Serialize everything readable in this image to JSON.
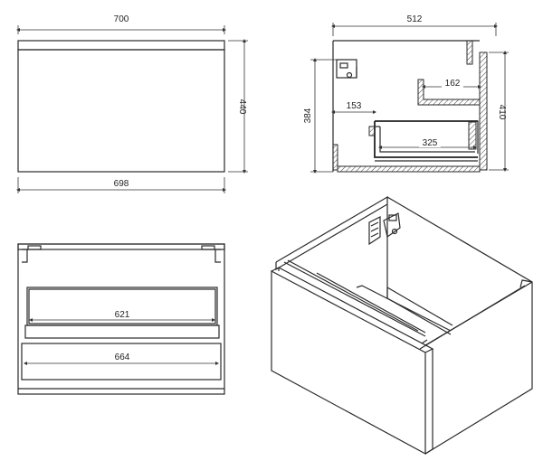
{
  "front_view": {
    "width_top": "700",
    "width_bottom": "698",
    "height": "440"
  },
  "side_view": {
    "depth": "512",
    "height_inner": "384",
    "height_outer": "410",
    "drawer_offset": "153",
    "bracket_depth": "162",
    "drawer_depth": "325"
  },
  "top_view": {
    "inner_width": "621",
    "outer_width": "664"
  }
}
